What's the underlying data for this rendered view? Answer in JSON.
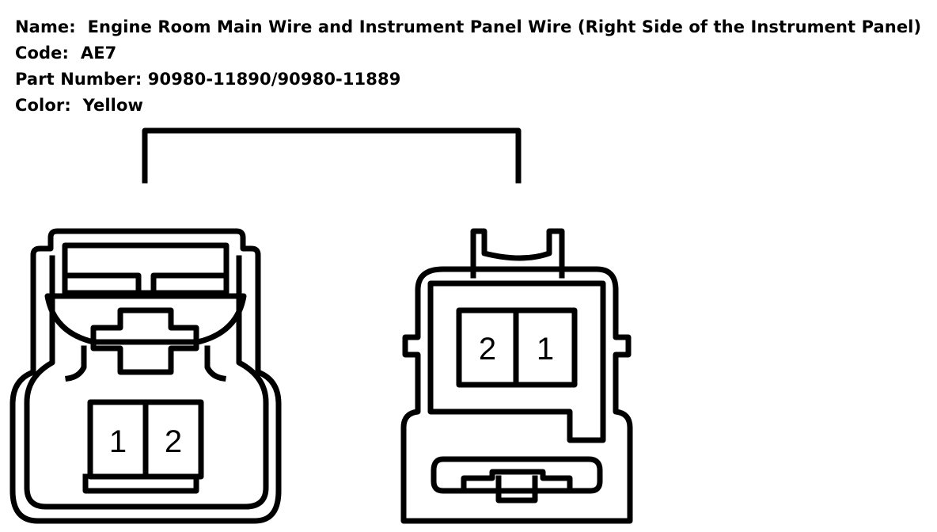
{
  "connector": {
    "name_label": "Name:",
    "name": "Engine Room Main Wire and Instrument Panel Wire (Right Side of the Instrument Panel)",
    "code_label": "Code:",
    "code": "AE7",
    "part_number_label": "Part Number:",
    "part_number": "90980-11890/90980-11889",
    "color_label": "Color:",
    "color": "Yellow"
  },
  "left_connector": {
    "pins": [
      "1",
      "2"
    ]
  },
  "right_connector": {
    "pins": [
      "2",
      "1"
    ]
  }
}
